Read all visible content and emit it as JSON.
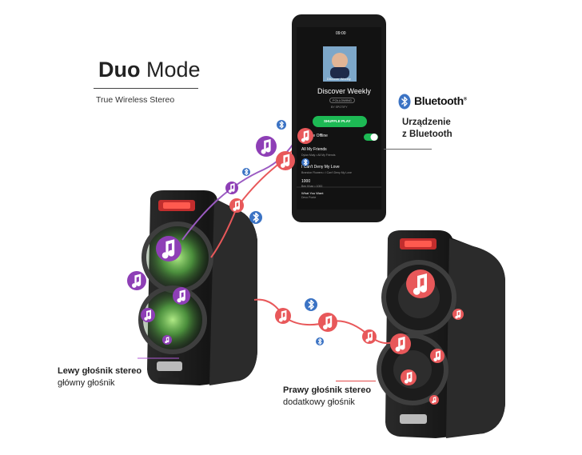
{
  "title": {
    "bold": "Duo",
    "light": "Mode"
  },
  "subtitle": "True Wireless Stereo",
  "bluetooth": {
    "logo_text": "Bluetooth",
    "registered": "®",
    "label_line1": "Urządzenie",
    "label_line2": "z Bluetooth"
  },
  "left_speaker": {
    "title": "Lewy głośnik stereo",
    "subtitle": "główny głośnik"
  },
  "right_speaker": {
    "title": "Prawy głośnik stereo",
    "subtitle": "dodatkowy głośnik"
  },
  "phone": {
    "time": "09:00",
    "cover_label": "Discover Weekly",
    "playlist_title": "Discover Weekly",
    "following": "FOLLOWING",
    "by_line": "BY SPOTIFY",
    "shuffle_label": "SHUFFLE PLAY",
    "offline_label": "Available Offline",
    "tracks": [
      {
        "title": "All My Friends",
        "artist": "Dylan Maly • All My Friends"
      },
      {
        "title": "I Can't Deny My Love",
        "artist": "Brandon Flowers • I Can't Deny My Love"
      },
      {
        "title": "1000",
        "artist": "Ben Khan • 1000"
      }
    ],
    "now_playing_title": "What You Want",
    "now_playing_artist": "Devo Ponte"
  },
  "colors": {
    "purple": "#8e3fb6",
    "coral": "#e8585a",
    "bluetooth_blue": "#3b73c4",
    "spotify_green": "#1db954",
    "speaker_glow": "#8ee36d"
  },
  "icons": {
    "note": "music-note-icon",
    "bluetooth": "bluetooth-icon"
  }
}
